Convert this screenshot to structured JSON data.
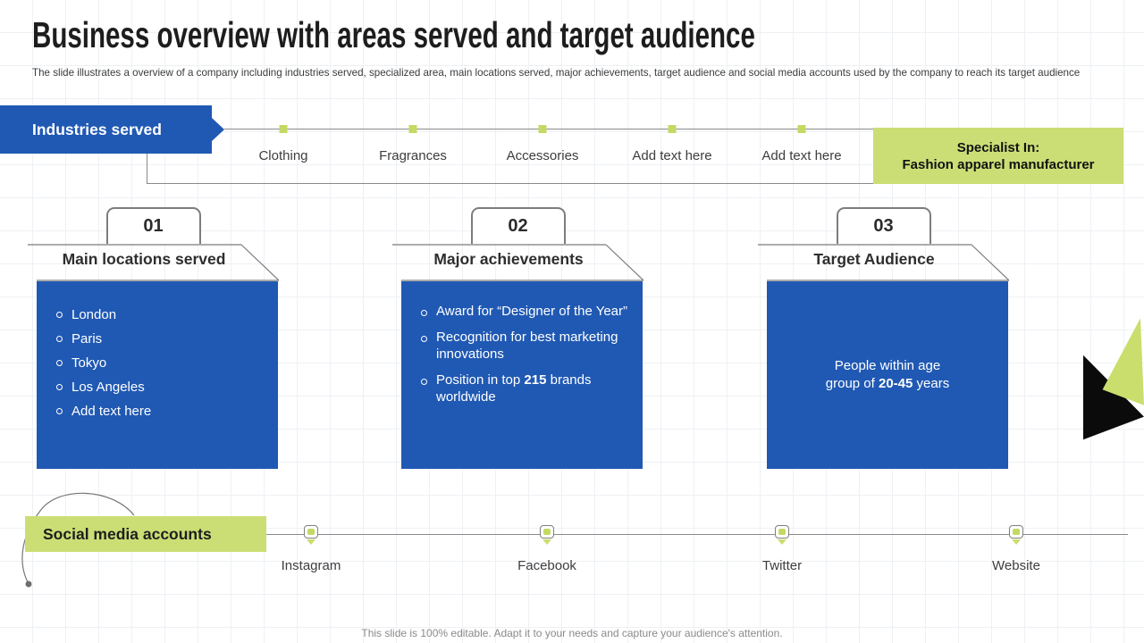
{
  "slide": {
    "title": "Business overview with areas served and target audience",
    "subtitle": "The slide illustrates a overview of a company including industries served, specialized area, main locations served, major achievements, target audience and social media accounts used by the company to reach its target audience",
    "footer": "This slide is 100% editable. Adapt it to your needs and capture your audience's attention."
  },
  "industries": {
    "banner_label": "Industries served",
    "items": [
      "Clothing",
      "Fragrances",
      "Accessories",
      "Add text here",
      "Add text here"
    ],
    "specialist": {
      "line1": "Specialist In:",
      "line2": "Fashion apparel manufacturer"
    }
  },
  "cards": [
    {
      "number": "01",
      "title": "Main locations served",
      "bullets": [
        "London",
        "Paris",
        "Tokyo",
        "Los Angeles",
        "Add text here"
      ]
    },
    {
      "number": "02",
      "title": "Major achievements",
      "bullets_rich": [
        {
          "pre": "Award for “Designer of the Year”",
          "bold": "",
          "post": ""
        },
        {
          "pre": "Recognition for best marketing innovations",
          "bold": "",
          "post": ""
        },
        {
          "pre": "Position in top ",
          "bold": "215",
          "post": " brands worldwide"
        }
      ]
    },
    {
      "number": "03",
      "title": "Target Audience",
      "body": {
        "line1": "People within age",
        "line2_pre": "group of ",
        "line2_bold": "20-45",
        "line2_post": " years"
      }
    }
  ],
  "social": {
    "banner_label": "Social media accounts",
    "items": [
      "Instagram",
      "Facebook",
      "Twitter",
      "Website"
    ]
  },
  "colors": {
    "primary_blue": "#2059B3",
    "accent_green": "#CBDE75",
    "marker_green": "#C3D964",
    "line_gray": "#8A8A8A"
  }
}
